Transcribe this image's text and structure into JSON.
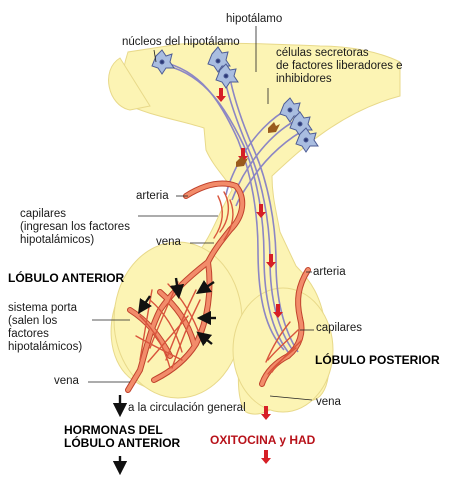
{
  "labels": {
    "hypothalamus": "hipotálamo",
    "nuclei": "núcleos del hipotálamo",
    "secretory_cells": "células secretoras\nde factores liberadores e\ninhibidores",
    "artery_left": "arteria",
    "capillaries_left": "capilares\n(ingresan los factores\nhipotalámicos)",
    "vein_upper": "vena",
    "anterior_lobe": "LÓBULO ANTERIOR",
    "portal_system": "sistema porta\n(salen los\nfactores\nhipotalámicos)",
    "vein_lower_left": "vena",
    "general_circulation": "a la circulación general",
    "anterior_hormones": "HORMONAS DEL\nLÓBULO ANTERIOR",
    "artery_right": "arteria",
    "capillaries_right": "capilares",
    "posterior_lobe": "LÓBULO POSTERIOR",
    "vein_right": "vena",
    "posterior_hormones": "OXITOCINA y HAD"
  },
  "colors": {
    "tissue": "#fcf4b4",
    "tissue_edge": "#e8d98a",
    "vessel": "#f28c6a",
    "vessel_edge": "#c0422c",
    "axon": "#8c86c4",
    "cell": "#a9bde0",
    "arrow_red": "#d61f26",
    "arrow_brown": "#9a5b1e",
    "arrow_black": "#111111"
  },
  "icons": [
    "neuron-icon",
    "down-arrow-icon"
  ]
}
